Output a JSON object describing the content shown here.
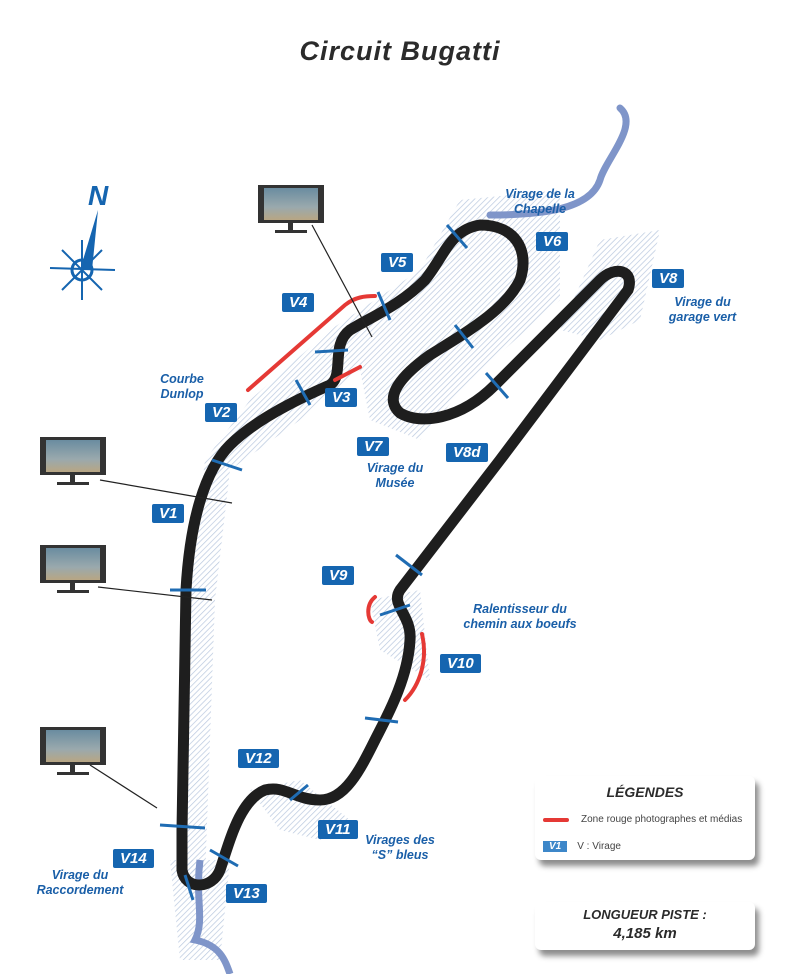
{
  "title": "Circuit Bugatti",
  "compass": "N",
  "turns": [
    "V1",
    "V2",
    "V3",
    "V4",
    "V5",
    "V6",
    "V7",
    "V8",
    "V8d",
    "V9",
    "V10",
    "V11",
    "V12",
    "V13",
    "V14"
  ],
  "names": {
    "dunlop": "Courbe Dunlop",
    "chapelle": "Virage de la Chapelle",
    "garage": "Virage du garage vert",
    "musee": "Virage du Musée",
    "ralentisseur": "Ralentisseur du chemin aux boeufs",
    "s_bleus": "Virages des “S” bleus",
    "raccordement": "Virage du Raccordement"
  },
  "legend": {
    "title": "LÉGENDES",
    "red_zone": "Zone rouge photographes et médias",
    "turn_badge": "V1",
    "turn_label": "V : Virage"
  },
  "length": {
    "label": "LONGUEUR PISTE :",
    "value": "4,185 km"
  },
  "colors": {
    "track": "#1e1e1e",
    "badge": "#1565b0",
    "red": "#e53935",
    "river": "#7f95c9"
  }
}
